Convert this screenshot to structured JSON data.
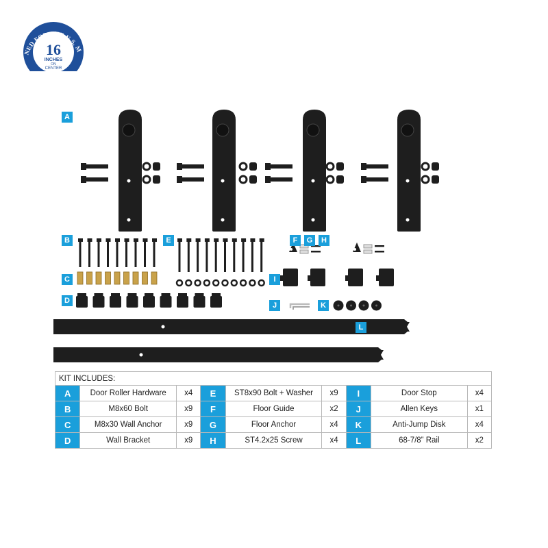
{
  "badge": {
    "ring_text": "DESIGNED FOR THE U.S. MARKET",
    "number": "16",
    "line1": "INCHES",
    "line2": "ON",
    "line3": "CENTER"
  },
  "labels": {
    "A": "A",
    "B": "B",
    "C": "C",
    "D": "D",
    "E": "E",
    "F": "F",
    "G": "G",
    "H": "H",
    "I": "I",
    "J": "J",
    "K": "K",
    "L": "L"
  },
  "kit": {
    "title": "KIT INCLUDES:",
    "rows": [
      [
        {
          "letter": "A",
          "name": "Door Roller Hardware",
          "qty": "x4"
        },
        {
          "letter": "E",
          "name": "ST8x90 Bolt + Washer",
          "qty": "x9"
        },
        {
          "letter": "I",
          "name": "Door Stop",
          "qty": "x4"
        }
      ],
      [
        {
          "letter": "B",
          "name": "M8x60 Bolt",
          "qty": "x9"
        },
        {
          "letter": "F",
          "name": "Floor Guide",
          "qty": "x2"
        },
        {
          "letter": "J",
          "name": "Allen Keys",
          "qty": "x1"
        }
      ],
      [
        {
          "letter": "C",
          "name": "M8x30 Wall Anchor",
          "qty": "x9"
        },
        {
          "letter": "G",
          "name": "Floor Anchor",
          "qty": "x4"
        },
        {
          "letter": "K",
          "name": "Anti-Jump Disk",
          "qty": "x4"
        }
      ],
      [
        {
          "letter": "D",
          "name": "Wall Bracket",
          "qty": "x9"
        },
        {
          "letter": "H",
          "name": "ST4.2x25 Screw",
          "qty": "x4"
        },
        {
          "letter": "L",
          "name": "68-7/8” Rail",
          "qty": "x2"
        }
      ]
    ]
  },
  "colors": {
    "accent": "#1a9fdb",
    "hardware": "#1e1e1e",
    "brass": "#c9a24a",
    "badge_blue": "#1f4f9a"
  }
}
